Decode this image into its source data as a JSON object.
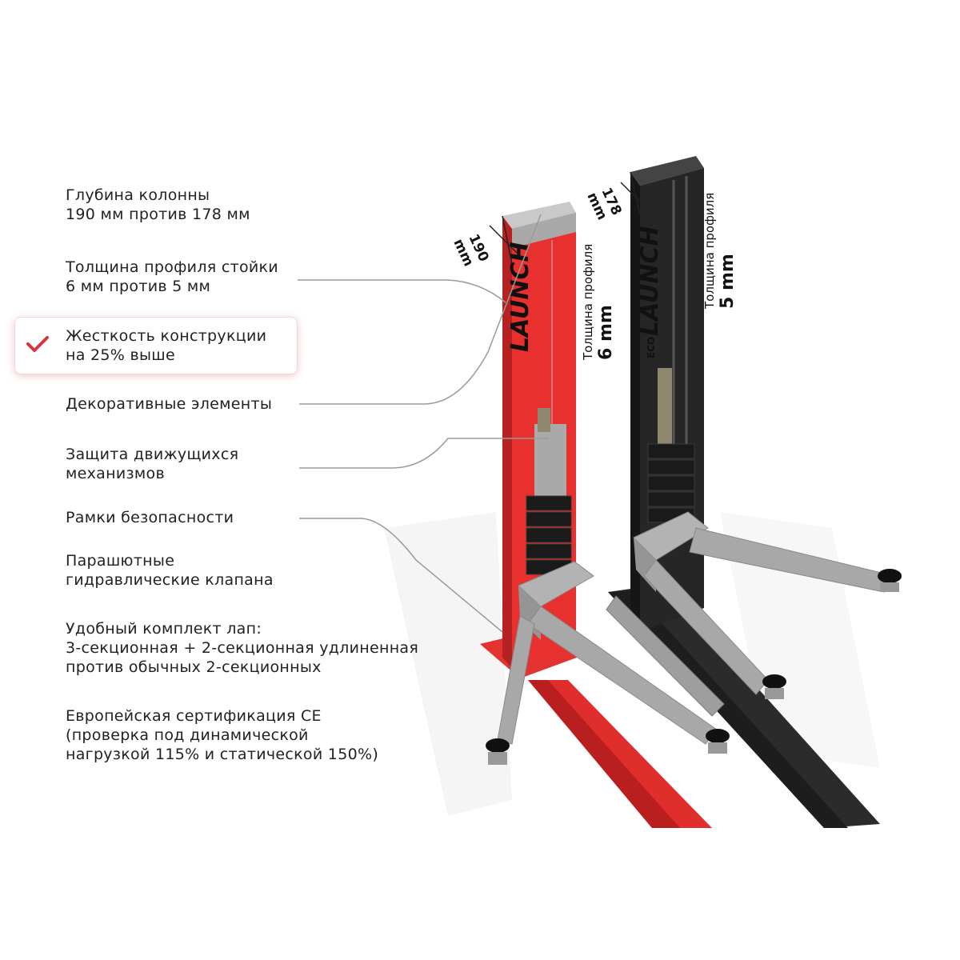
{
  "features": [
    {
      "id": "depth",
      "lines": [
        "Глубина колонны",
        "190 мм против 178 мм"
      ]
    },
    {
      "id": "profile",
      "lines": [
        "Толщина профиля стойки",
        "6 мм против 5 мм"
      ]
    },
    {
      "id": "rigidity",
      "lines": [
        "Жесткость конструкции",
        "на 25% выше"
      ],
      "highlighted": true
    },
    {
      "id": "decor",
      "lines": [
        "Декоративные элементы"
      ]
    },
    {
      "id": "protection",
      "lines": [
        "Защита движущихся",
        "механизмов"
      ]
    },
    {
      "id": "frames",
      "lines": [
        "Рамки безопасности"
      ]
    },
    {
      "id": "valves",
      "lines": [
        "Парашютные",
        "гидравлические клапана"
      ]
    },
    {
      "id": "arms",
      "lines": [
        "Удобный комплект лап:",
        "3-секционная + 2-секционная удлиненная",
        "против обычных 2-секционных"
      ]
    },
    {
      "id": "cert",
      "lines": [
        "Европейская сертификация CE",
        "(проверка под динамической",
        "нагрузкой 115% и статической 150%)"
      ]
    }
  ],
  "red_column": {
    "brand": "LAUNCH",
    "dim_value": "190",
    "dim_unit": "mm",
    "thickness_label": "Толщина профиля",
    "thickness_value": "6 mm",
    "color": "#e8312f"
  },
  "black_column": {
    "brand": "LAUNCH",
    "brand_prefix": "ECO",
    "dim_value": "178",
    "dim_unit": "mm",
    "thickness_label": "Толщина профиля",
    "thickness_value": "5 mm",
    "color": "#2a2a2a"
  },
  "colors": {
    "accent": "#d8343f",
    "text": "#222222",
    "leader": "#9a9a9a",
    "gray_part": "#a9a9a9"
  },
  "icons": {
    "highlight_marker": "check-icon"
  }
}
